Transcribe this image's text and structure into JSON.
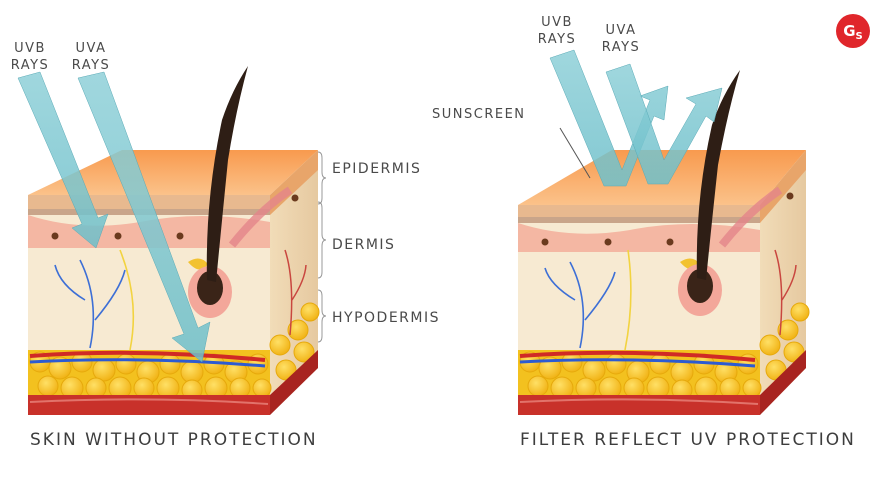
{
  "left_panel": {
    "uvb_label": [
      "UVB",
      "RAYS"
    ],
    "uva_label": [
      "UVA",
      "RAYS"
    ],
    "caption": "SKIN WITHOUT PROTECTION"
  },
  "layers": {
    "epidermis": "EPIDERMIS",
    "dermis": "DERMIS",
    "hypodermis": "HYPODERMIS"
  },
  "right_panel": {
    "uvb_label": [
      "UVB",
      "RAYS"
    ],
    "uva_label": [
      "UVA",
      "RAYS"
    ],
    "sunscreen_label": "SUNSCREEN",
    "caption": "FILTER REFLECT UV PROTECTION"
  },
  "colors": {
    "ray": "#7fc8d2",
    "ray_stroke": "#5aaab6",
    "epidermis_top": "#f7a15a",
    "dermis": "#f6e6c8",
    "fat": "#f5c21c",
    "muscle": "#c8312a",
    "logo": "#e0262b"
  },
  "logo": {
    "icon": "gs-logo",
    "text": "G",
    "sub": "S"
  }
}
